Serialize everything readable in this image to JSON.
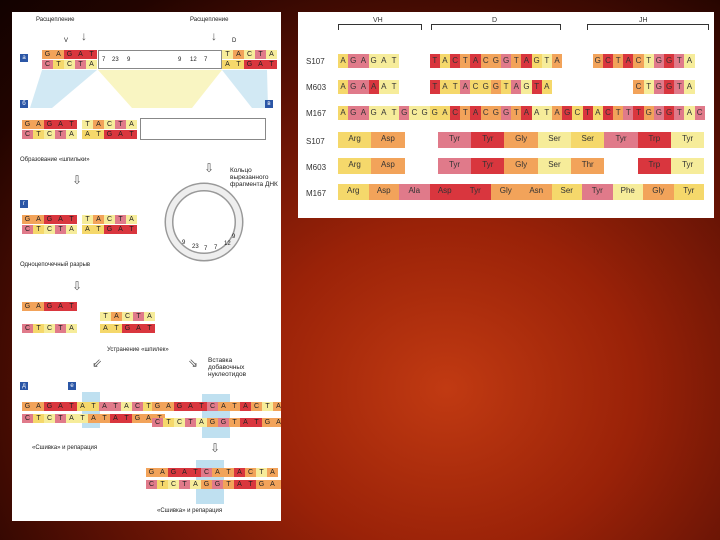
{
  "left_panel": {
    "labels": {
      "cleave_left": "Расщепление",
      "cleave_right": "Расщепление",
      "v": "V",
      "d": "D",
      "hairpin": "Образование «шпильки»",
      "ring": "Кольцо вырезанного фрагмента ДНК",
      "single_strand_cut": "Одноцепочечный разрыв",
      "hairpin_removal": "Устранение «шпилек»",
      "nucleotide_insertion": "Вставка добавочных нуклеотидов",
      "join_repair_1": "«Сшивка» и репарация",
      "join_repair_2": "«Сшивка» и репарация"
    },
    "tags": [
      "а",
      "б",
      "в",
      "г",
      "д",
      "е"
    ],
    "top_top": [
      "G",
      "A",
      "G",
      "A",
      "T"
    ],
    "top_bot": [
      "C",
      "T",
      "C",
      "T",
      "A"
    ],
    "top_nums": [
      "7",
      "23",
      "9",
      "9",
      "12",
      "7"
    ],
    "top_r_top": [
      "T",
      "A",
      "C",
      "T",
      "A"
    ],
    "top_r_bot": [
      "A",
      "T",
      "G",
      "A",
      "T"
    ],
    "ring_nums": [
      "9",
      "23",
      "7",
      "7",
      "12",
      "9"
    ],
    "join_d_top": [
      "G",
      "A",
      "G",
      "A",
      "T",
      "A",
      "T",
      "A",
      "T",
      "A",
      "C",
      "T",
      "A"
    ],
    "join_d_bot": [
      "C",
      "T",
      "C",
      "T",
      "A",
      "T",
      "A",
      "T",
      "A",
      "T",
      "G",
      "A",
      "T"
    ],
    "join_f_top": [
      "G",
      "A",
      "G",
      "A",
      "T",
      "C",
      "A",
      "T",
      "A",
      "C",
      "T",
      "A"
    ],
    "join_f_bot": [
      "C",
      "T",
      "C",
      "T",
      "A",
      "G",
      "G",
      "T",
      "A",
      "T",
      "G",
      "A",
      "T"
    ]
  },
  "right_panel": {
    "regions": [
      "VH",
      "D",
      "JH"
    ],
    "rows": [
      {
        "name": "S107",
        "cells": [
          "A",
          "G",
          "A",
          "G",
          "A",
          "T",
          "",
          "",
          "",
          "T",
          "A",
          "C",
          "T",
          "A",
          "C",
          "G",
          "G",
          "T",
          "A",
          "G",
          "T",
          "A",
          "",
          "",
          "",
          "G",
          "C",
          "T",
          "A",
          "C",
          "T",
          "G",
          "G",
          "T",
          "A"
        ]
      },
      {
        "name": "M603",
        "cells": [
          "A",
          "G",
          "A",
          "A",
          "A",
          "T",
          "",
          "",
          "",
          "T",
          "A",
          "T",
          "A",
          "C",
          "G",
          "G",
          "T",
          "A",
          "G",
          "T",
          "A",
          "",
          "",
          "",
          "",
          "",
          "",
          "",
          "",
          "C",
          "T",
          "G",
          "G",
          "T",
          "A"
        ]
      },
      {
        "name": "M167",
        "cells": [
          "A",
          "G",
          "A",
          "G",
          "A",
          "T",
          "G",
          "C",
          "G",
          "G",
          "A",
          "C",
          "T",
          "A",
          "C",
          "G",
          "G",
          "T",
          "A",
          "A",
          "T",
          "A",
          "G",
          "C",
          "T",
          "A",
          "C",
          "T",
          "T",
          "T",
          "G",
          "G",
          "G",
          "T",
          "A",
          "C"
        ]
      }
    ],
    "aa_rows": [
      {
        "name": "S107",
        "cells": [
          "Arg",
          "Asp",
          "",
          "Tyr",
          "Tyr",
          "Gly",
          "Ser",
          "Ser",
          "Tyr",
          "Trp",
          "Tyr"
        ]
      },
      {
        "name": "M603",
        "cells": [
          "Arg",
          "Asp",
          "",
          "Tyr",
          "Tyr",
          "Gly",
          "Ser",
          "Thr",
          "",
          "Trp",
          "Tyr"
        ]
      },
      {
        "name": "M167",
        "cells": [
          "Arg",
          "Asp",
          "Ala",
          "Asp",
          "Tyr",
          "Gly",
          "Asn",
          "Ser",
          "Tyr",
          "Phe",
          "Gly",
          "Tyr"
        ]
      }
    ]
  },
  "colors": {
    "red": "#d9363e",
    "pink": "#e07a8a",
    "orange": "#f2a35a",
    "yellow": "#f5d86b",
    "lightyellow": "#f6ec9a",
    "blue": "#8fc8e8"
  }
}
